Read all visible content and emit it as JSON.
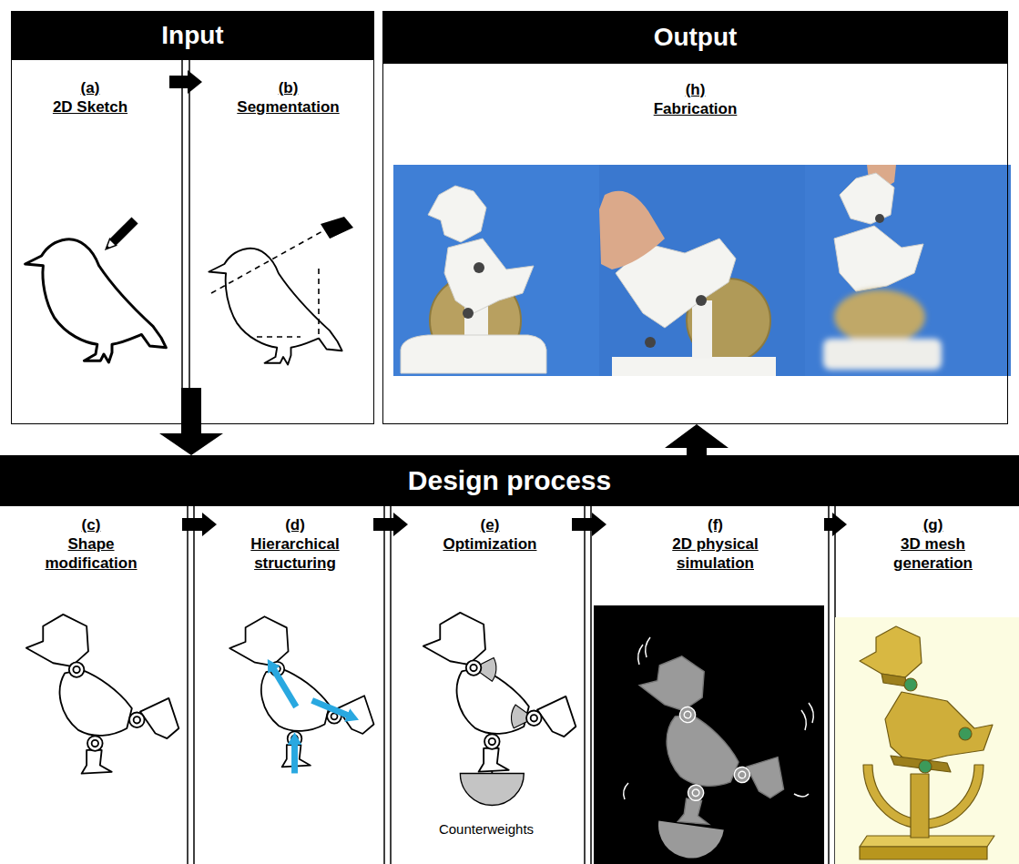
{
  "diagram": {
    "nodes": [
      {
        "text": [
          "Input"
        ]
      },
      {
        "text": [
          "(a)",
          "2D Sketch"
        ],
        "in": 0
      },
      {
        "text": [
          "(b)",
          "Segmentation"
        ],
        "in": 0
      },
      {
        "text": [
          "Output"
        ]
      },
      {
        "text": [
          "(h)",
          "Fabrication"
        ],
        "in": 3
      },
      {
        "text": [
          "Design process"
        ]
      },
      {
        "text": [
          "(c)",
          "Shape modification"
        ],
        "in": 5
      },
      {
        "text": [
          "(d)",
          "Hierarchical structuring"
        ],
        "in": 5
      },
      {
        "text": [
          "(e)",
          "Optimization"
        ],
        "in": 5
      },
      {
        "text": [
          "(f)",
          "2D physical simulation"
        ],
        "in": 5
      },
      {
        "text": [
          "(g)",
          "3D mesh generation"
        ],
        "in": 5
      }
    ],
    "edges": [
      {
        "from": 1,
        "to": 2,
        "arrow": "to"
      },
      {
        "from": 0,
        "to": 5,
        "arrow": "to"
      },
      {
        "from": 6,
        "to": 7,
        "arrow": "to"
      },
      {
        "from": 7,
        "to": 8,
        "arrow": "to"
      },
      {
        "from": 8,
        "to": 9,
        "arrow": "to"
      },
      {
        "from": 9,
        "to": 10,
        "arrow": "to"
      },
      {
        "from": 5,
        "to": 3,
        "arrow": "to"
      }
    ],
    "labels": [
      "Counterweights"
    ]
  }
}
